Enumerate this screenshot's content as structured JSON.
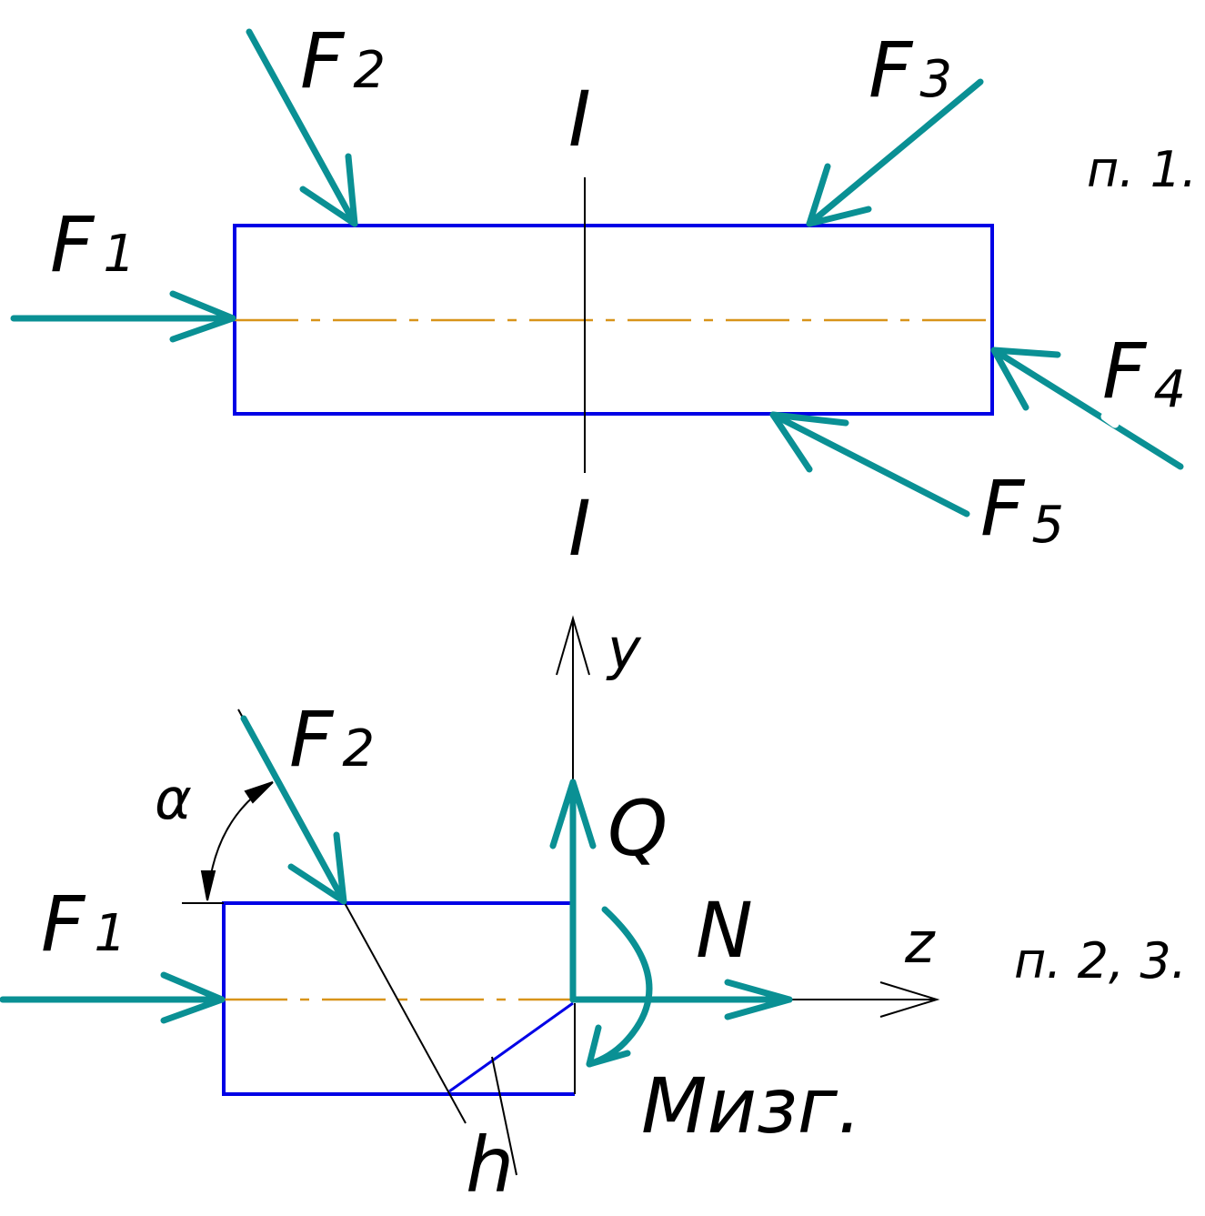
{
  "figure1": {
    "force_labels": {
      "f1": {
        "main": "F",
        "sub": "1"
      },
      "f2": {
        "main": "F",
        "sub": "2"
      },
      "f3": {
        "main": "F",
        "sub": "3"
      },
      "f4": {
        "main": "F",
        "sub": "4"
      },
      "f5": {
        "main": "F",
        "sub": "5"
      }
    },
    "section_label_top": "I",
    "section_label_bottom": "I",
    "item_note": "п. 1."
  },
  "figure2": {
    "force_labels": {
      "f1": {
        "main": "F",
        "sub": "1"
      },
      "f2": {
        "main": "F",
        "sub": "2"
      }
    },
    "angle_label": "α",
    "axis_y_label": "y",
    "axis_z_label": "z",
    "shear_label": "Q",
    "normal_label": "N",
    "moment_label": "Mизг.",
    "arm_label": "h",
    "item_note": "п. 2, 3."
  },
  "colors": {
    "force": "#0a9094",
    "beam": "#0000e6",
    "center_line": "#d8941a",
    "text": "#000000"
  }
}
